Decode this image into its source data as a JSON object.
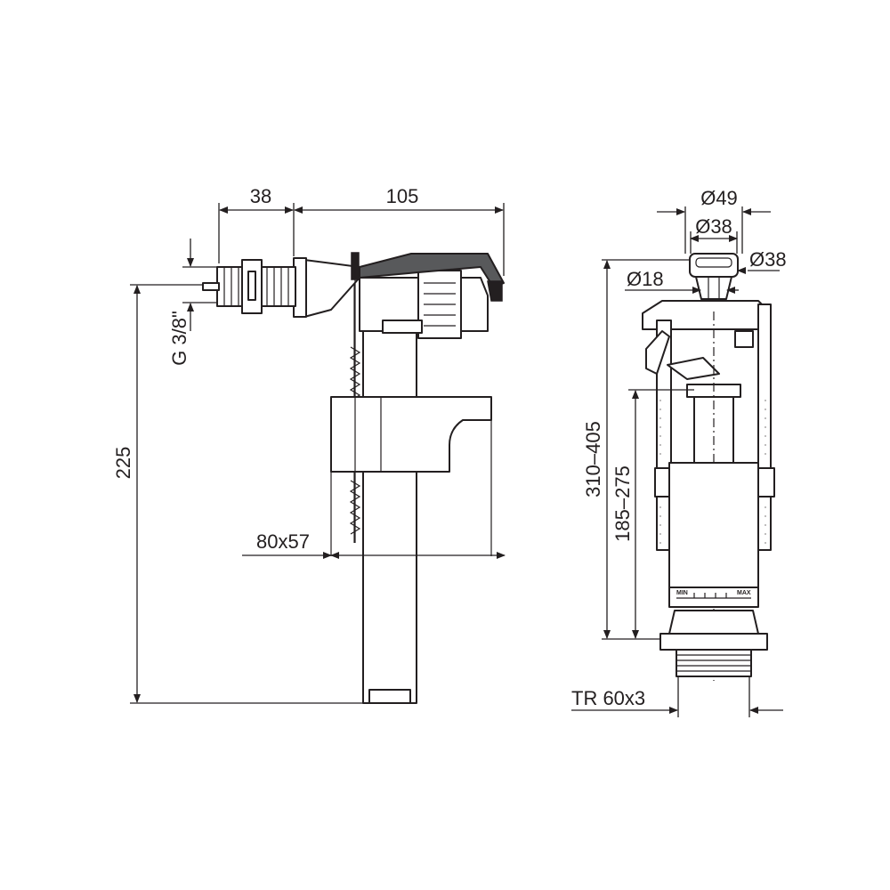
{
  "fill_valve": {
    "dim_width_thread": "38",
    "dim_width_body": "105",
    "dim_thread": "G 3/8\"",
    "dim_height": "225",
    "dim_float": "80x57"
  },
  "flush_valve": {
    "dim_button_outer": "Ø49",
    "dim_button_inner": "Ø38",
    "dim_button_side": "Ø38",
    "dim_rod": "Ø18",
    "dim_height_total": "310–405",
    "dim_height_overflow": "185–275",
    "dim_thread": "TR 60x3",
    "scale_min": "MIN",
    "scale_max": "MAX"
  },
  "colors": {
    "line": "#231f20",
    "dark_part": "#58595b",
    "background": "#ffffff"
  }
}
